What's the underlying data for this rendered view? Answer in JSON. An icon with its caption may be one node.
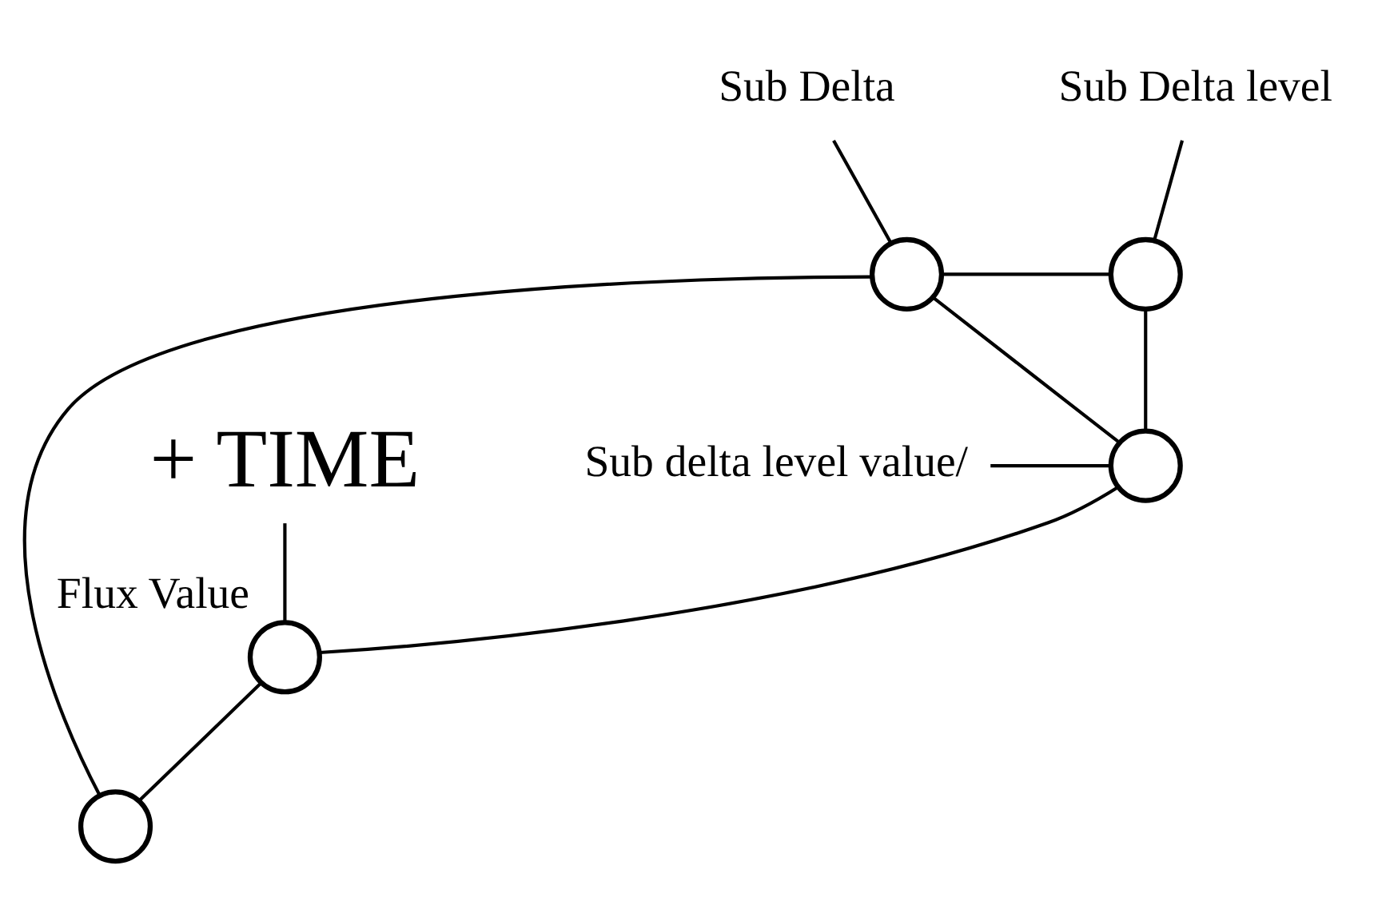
{
  "diagram": {
    "nodes": [
      {
        "text": [
          "Sub Delta"
        ]
      },
      {
        "text": [
          "Sub Delta level"
        ]
      },
      {
        "text": [],
        "shape": "circle"
      },
      {
        "text": [],
        "shape": "circle"
      },
      {
        "text": [
          "Sub delta level value/"
        ]
      },
      {
        "text": [],
        "shape": "circle"
      },
      {
        "text": [
          "+ TIME"
        ]
      },
      {
        "text": [],
        "shape": "circle",
        "beside": [
          "Flux Value"
        ]
      },
      {
        "text": [],
        "shape": "circle"
      }
    ],
    "edges": [
      {
        "from": 0,
        "to": 2,
        "arrow": "none"
      },
      {
        "from": 1,
        "to": 3,
        "arrow": "none"
      },
      {
        "from": 2,
        "to": 3,
        "arrow": "none"
      },
      {
        "from": 2,
        "to": 5,
        "arrow": "none"
      },
      {
        "from": 3,
        "to": 5,
        "arrow": "none"
      },
      {
        "from": 4,
        "to": 5,
        "arrow": "none"
      },
      {
        "from": 2,
        "to": 8,
        "arrow": "none"
      },
      {
        "from": 5,
        "to": 7,
        "arrow": "none"
      },
      {
        "from": 7,
        "to": 8,
        "arrow": "none"
      },
      {
        "from": 6,
        "to": 7,
        "arrow": "none"
      }
    ]
  }
}
